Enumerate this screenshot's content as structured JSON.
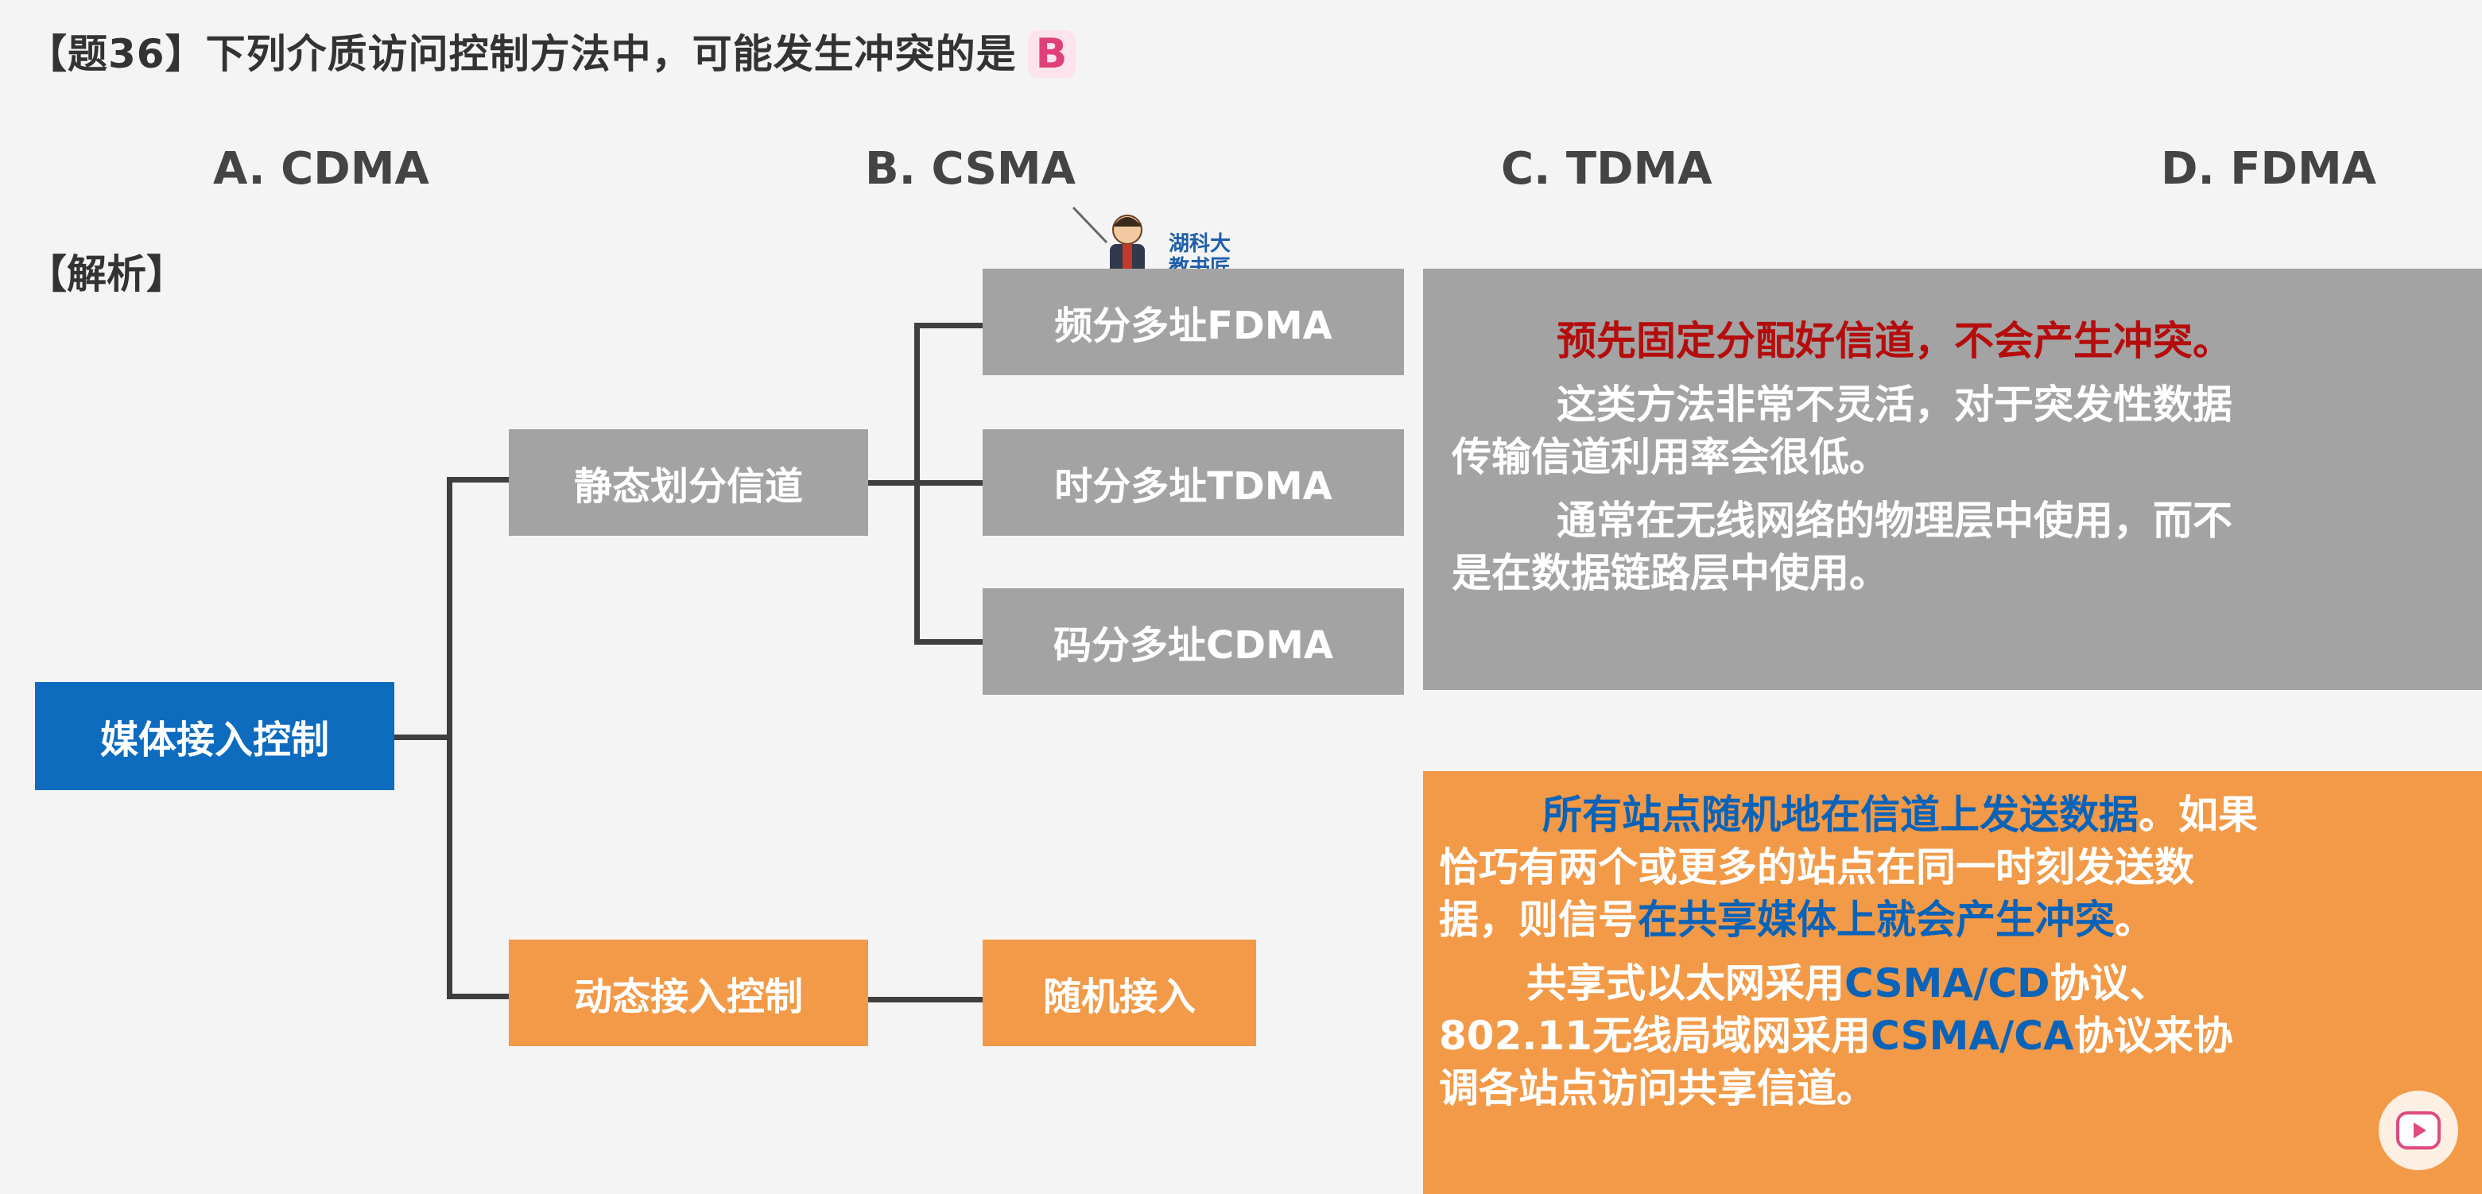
{
  "question": {
    "prefix": "【题36】下列介质访问控制方法中，可能发生冲突的是",
    "answer": "B"
  },
  "options": [
    "A. CDMA",
    "B. CSMA",
    "C. TDMA",
    "D. FDMA"
  ],
  "section_label": "【解析】",
  "tree": {
    "root": "媒体接入控制",
    "static": "静态划分信道",
    "dynamic": "动态接入控制",
    "static_children": [
      "频分多址FDMA",
      "时分多址TDMA",
      "码分多址CDMA"
    ],
    "dynamic_child": "随机接入"
  },
  "gray_panel": {
    "line1": "预先固定分配好信道，不会产生冲突。",
    "line2a": "这类方法非常不灵活，对于突发性数据",
    "line2b": "传输信道利用率会很低。",
    "line3a": "通常在无线网络的物理层中使用，而不",
    "line3b": "是在数据链路层中使用。"
  },
  "orange_panel": {
    "p1_blue": "所有站点随机地在信道上发送数据",
    "p1_a": "。如果",
    "p1_b": "恰巧有两个或更多的站点在同一时刻发送数",
    "p1_c": "据，则信号",
    "p1_blue2": "在共享媒体上就会产生冲突",
    "p1_d": "。",
    "p2_a": "共享式以太网采用",
    "p2_csmacd": "CSMA/CD",
    "p2_b": "协议、",
    "p2_c": "802.11无线局域网采用",
    "p2_csmaca": "CSMA/CA",
    "p2_d": "协议来协",
    "p2_e": "调各站点访问共享信道。"
  },
  "watermark": [
    "湖科大",
    "教书匠"
  ],
  "colors": {
    "root_box": "#0e6cbf",
    "static_box": "#a3a3a3",
    "dynamic_box": "#f29a48",
    "highlight_red": "#b50d0d",
    "highlight_blue": "#0b63b8"
  },
  "icons": {
    "player": "play-icon",
    "mascot": "teacher-mascot-icon"
  }
}
